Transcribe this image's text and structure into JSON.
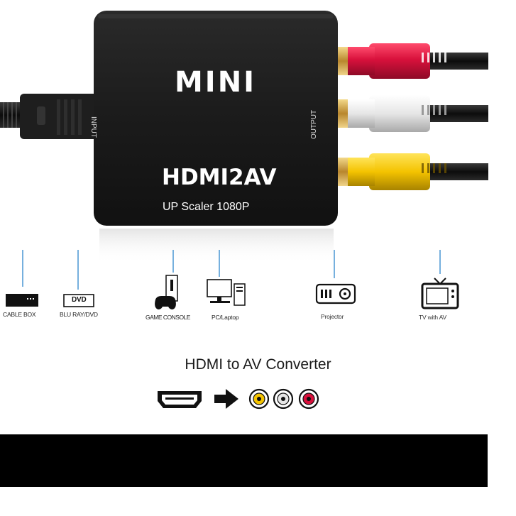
{
  "device": {
    "brand": "MINI",
    "model": "HDMI2AV",
    "tagline": "UP Scaler 1080P",
    "input_label": "INPUT",
    "output_label": "OUTPUT",
    "body_color": "#1b1b1b",
    "rca_colors": [
      "#d8113c",
      "#e9e9e9",
      "#f4c300"
    ]
  },
  "sources": [
    {
      "label": "CABLE BOX",
      "icon": "cable-box-icon"
    },
    {
      "label": "BLU RAY/DVD",
      "icon": "dvd-player-icon",
      "icon_text": "DVD"
    },
    {
      "label": "GAME CONSOLE",
      "icon": "game-console-icon"
    },
    {
      "label": "PC/Laptop",
      "icon": "pc-icon"
    },
    {
      "label": "Projector",
      "icon": "projector-icon"
    },
    {
      "label": "TV with AV",
      "icon": "tv-icon"
    }
  ],
  "converter": {
    "title": "HDMI to AV Converter",
    "icons": [
      "hdmi-port-icon",
      "arrow-right-icon",
      "rca-yellow-icon",
      "rca-white-icon",
      "rca-red-icon"
    ]
  }
}
